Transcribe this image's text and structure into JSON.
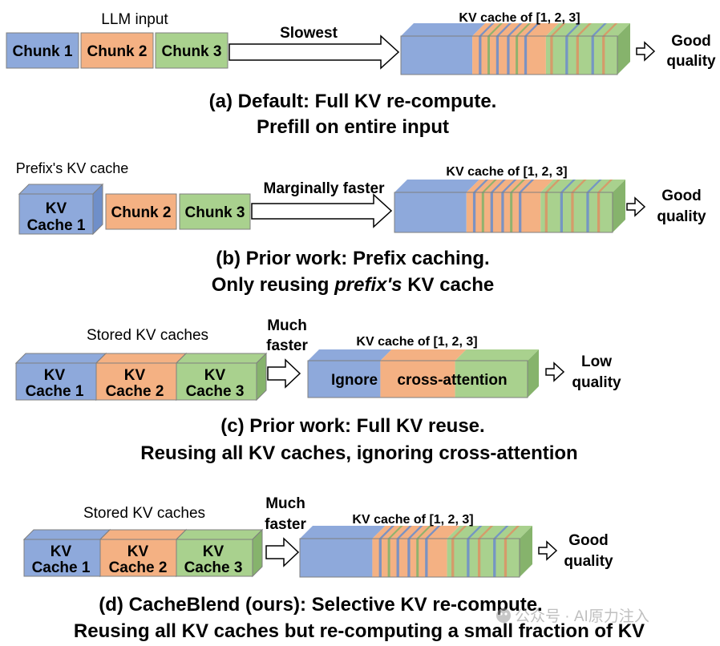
{
  "colors": {
    "blue": "#8ea9db",
    "orange": "#f4b183",
    "green": "#a9d18e",
    "blue_dark": "#6f8fc9",
    "orange_dark": "#d99566",
    "green_dark": "#86b36c",
    "stroke": "#7f7f7f",
    "text": "#000000"
  },
  "panel_a": {
    "input_label": "LLM input",
    "chunks": [
      "Chunk 1",
      "Chunk 2",
      "Chunk 3"
    ],
    "arrow_label": "Slowest",
    "kv_label": "KV cache of [1, 2, 3]",
    "quality_line1": "Good",
    "quality_line2": "quality",
    "caption_line1": "(a) Default: Full KV re-compute.",
    "caption_line2": "Prefill on entire input"
  },
  "panel_b": {
    "input_label": "Prefix's KV cache",
    "cache_line1": "KV",
    "cache_line2": "Cache 1",
    "chunks": [
      "Chunk 2",
      "Chunk 3"
    ],
    "arrow_label": "Marginally faster",
    "kv_label": "KV cache of [1, 2, 3]",
    "quality_line1": "Good",
    "quality_line2": "quality",
    "caption_line1": "(b) Prior work: Prefix caching.",
    "caption_line2_pre": "Only reusing ",
    "caption_line2_em": "prefix's",
    "caption_line2_post": " KV cache"
  },
  "panel_c": {
    "input_label": "Stored KV caches",
    "caches": [
      {
        "line1": "KV",
        "line2": "Cache 1"
      },
      {
        "line1": "KV",
        "line2": "Cache 2"
      },
      {
        "line1": "KV",
        "line2": "Cache 3"
      }
    ],
    "arrow_line1": "Much",
    "arrow_line2": "faster",
    "kv_label": "KV cache of [1, 2, 3]",
    "kv_text_ignore": "Ignore",
    "kv_text_cross": "cross-attention",
    "quality_line1": "Low",
    "quality_line2": "quality",
    "caption_line1": "(c) Prior work: Full KV reuse.",
    "caption_line2": "Reusing all KV caches, ignoring cross-attention"
  },
  "panel_d": {
    "input_label": "Stored KV caches",
    "caches": [
      {
        "line1": "KV",
        "line2": "Cache 1"
      },
      {
        "line1": "KV",
        "line2": "Cache 2"
      },
      {
        "line1": "KV",
        "line2": "Cache 3"
      }
    ],
    "arrow_line1": "Much",
    "arrow_line2": "faster",
    "kv_label": "KV cache of [1, 2, 3]",
    "quality_line1": "Good",
    "quality_line2": "quality",
    "caption_line1": "(d) CacheBlend (ours): Selective KV re-compute.",
    "caption_line2": "Reusing all KV caches but re-computing a small fraction of KV"
  },
  "watermark": "公众号 · AI原力注入"
}
